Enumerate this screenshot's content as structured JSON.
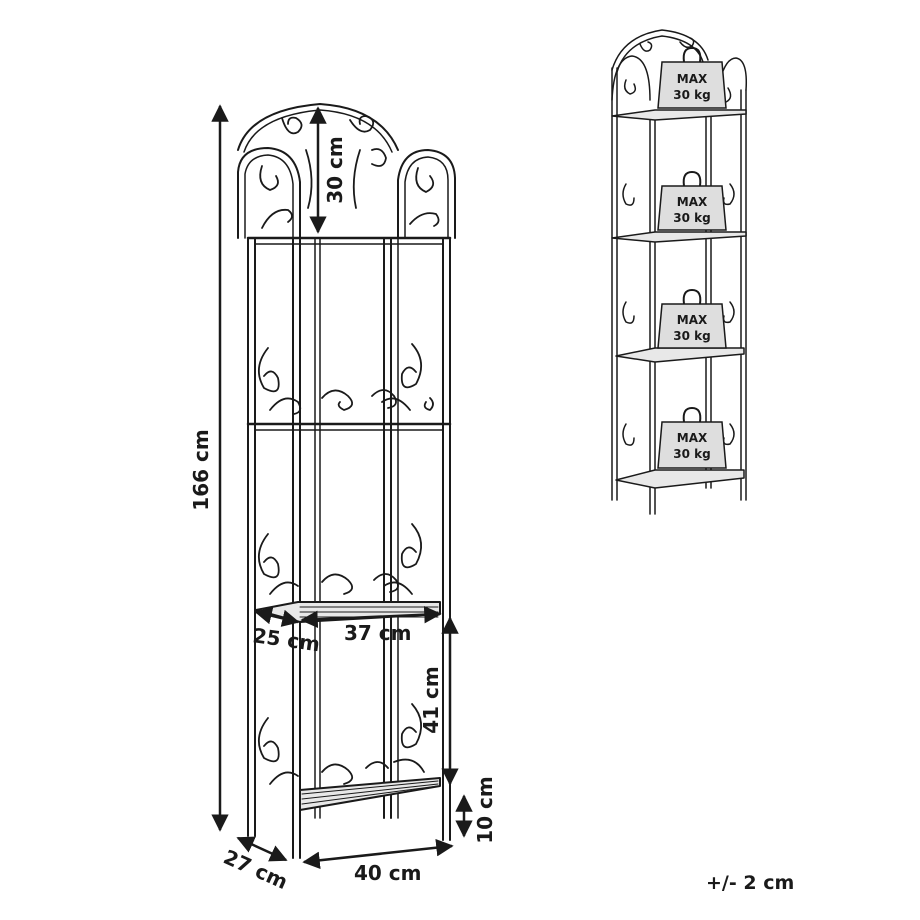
{
  "diagram": {
    "dimensions": {
      "total_height": "166 cm",
      "top_arch": "30 cm",
      "shelf_depth": "25 cm",
      "shelf_width": "37 cm",
      "shelf_spacing": "41 cm",
      "foot_height": "10 cm",
      "base_depth": "27 cm",
      "base_width": "40 cm"
    },
    "max_load_line1": "MAX",
    "max_load_line2": "30 kg",
    "weight_count": 4,
    "tolerance": "+/- 2 cm",
    "colors": {
      "line": "#1a1a1a",
      "weight_fill": "#dedede",
      "shelf_fill": "#e8e8e8"
    }
  }
}
